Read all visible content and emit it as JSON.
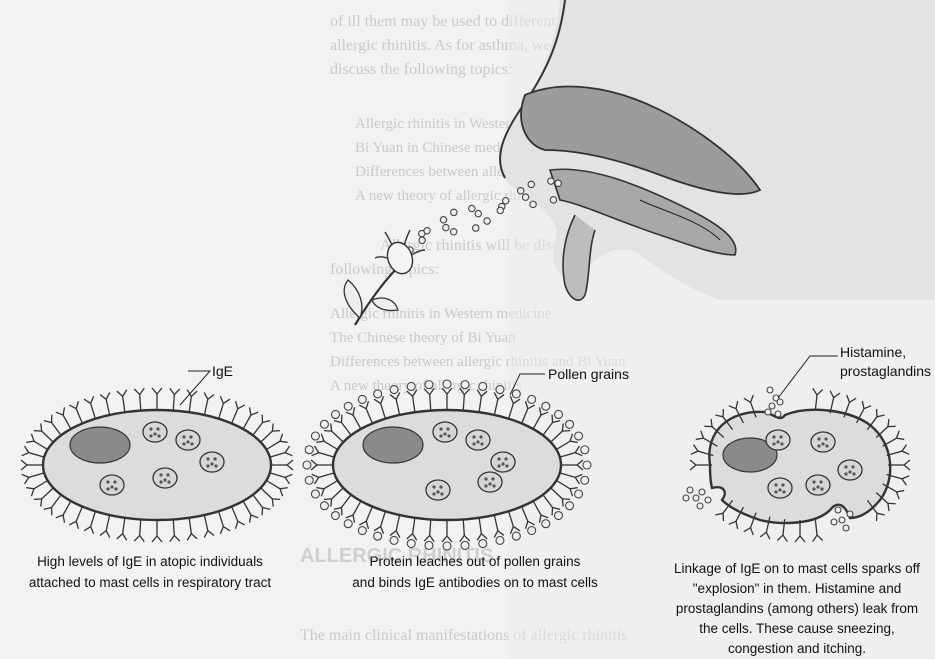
{
  "background_text": {
    "top_lines": [
      "of ill them may be used to differentiate and diagnose",
      "allergic rhinitis. As for asthma, we shall therefore",
      "discuss the following topics:"
    ],
    "bullets": [
      "Allergic rhinitis in Western medicine",
      "Bi Yuan in Chinese medicine",
      "Differences between allergic rhinitis and Bi Yuan",
      "A new theory of allergic rhinitis in Chinese medicine"
    ],
    "middle_lines": [
      "Allergic rhinitis will be discussed according to the",
      "following topics:"
    ],
    "bullets2": [
      "Allergic rhinitis in Western medicine",
      "The Chinese theory of Bi Yuan",
      "Differences between allergic rhinitis and Bi Yuan",
      "A new theory of allergic rhinitis"
    ],
    "heading": "ALLERGIC RHINITIS",
    "bottom_line": "The main clinical manifestations of allergic rhinitis"
  },
  "labels": {
    "ige": "IgE",
    "pollen_grains": "Pollen grains",
    "histamine_line1": "Histamine,",
    "histamine_line2": "prostaglandins"
  },
  "captions": {
    "left": [
      "High levels of IgE in atopic individuals",
      "attached to mast cells in respiratory tract"
    ],
    "middle": [
      "Protein leaches out of pollen grains",
      "and binds IgE antibodies on to mast cells"
    ],
    "right": [
      "Linkage of IgE on to mast cells sparks off",
      "\"explosion\" in them.  Histamine and",
      "prostaglandins (among others) leak from",
      "the cells. These cause sneezing,",
      "congestion and itching."
    ]
  }
}
